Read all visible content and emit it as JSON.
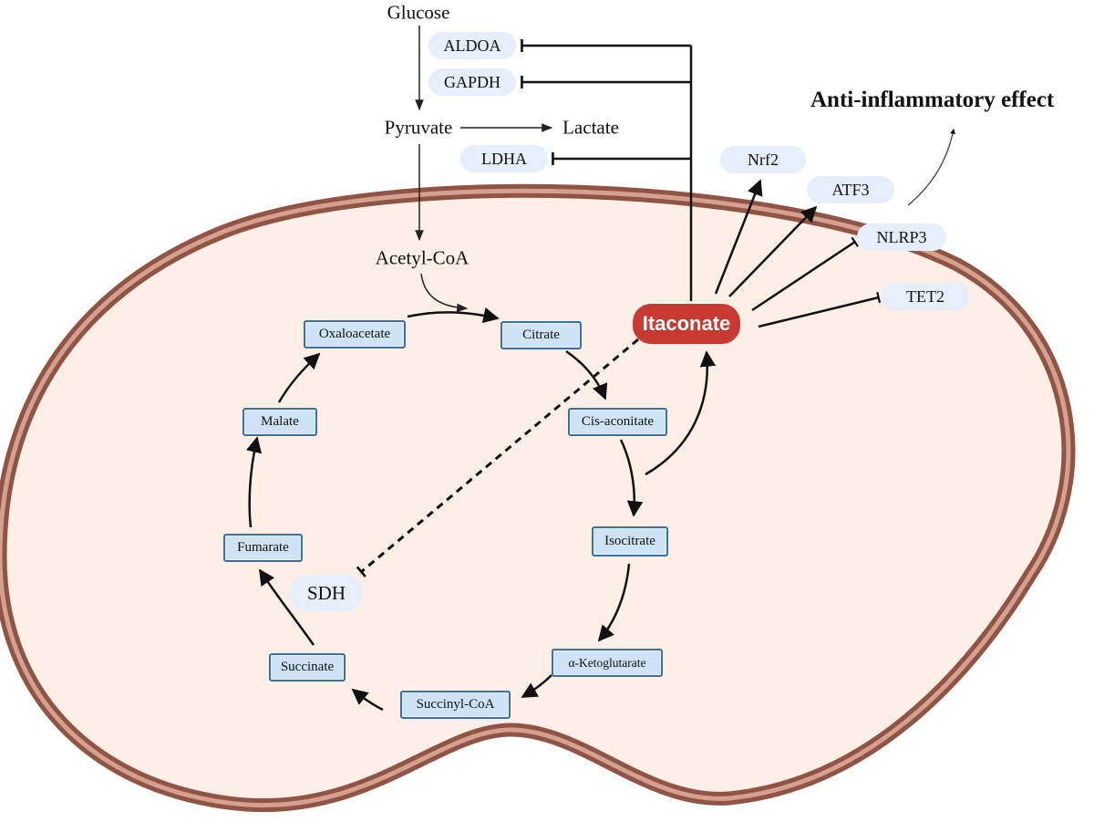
{
  "diagram": {
    "outside": {
      "glucose": "Glucose",
      "pyruvate": "Pyruvate",
      "lactate": "Lactate",
      "acetyl_coa": "Acetyl-CoA",
      "enzymes": {
        "aldoa": "ALDOA",
        "gapdh": "GAPDH",
        "ldha": "LDHA"
      }
    },
    "cycle": {
      "oxaloacetate": "Oxaloacetate",
      "citrate": "Citrate",
      "cis_aconitate": "Cis-aconitate",
      "isocitrate": "Isocitrate",
      "alpha_ketoglutarate": "α-Ketoglutarate",
      "succinyl_coa": "Succinyl-CoA",
      "succinate": "Succinate",
      "fumarate": "Fumarate",
      "malate": "Malate"
    },
    "sdh": "SDH",
    "itaconate": "Itaconate",
    "targets": {
      "nrf2": "Nrf2",
      "atf3": "ATF3",
      "nlrp3": "NLRP3",
      "tet2": "TET2"
    },
    "effect": "Anti-inflammatory effect",
    "colors": {
      "itaconate": "#c73a32",
      "cell_fill": "#fdeee6",
      "membrane_outer": "#8f5443",
      "membrane_inner": "#d4a08f",
      "metabolite_box": "#cfe3f6",
      "metabolite_border": "#3d6fa6",
      "enzyme_pill": "#e6eefb"
    }
  }
}
